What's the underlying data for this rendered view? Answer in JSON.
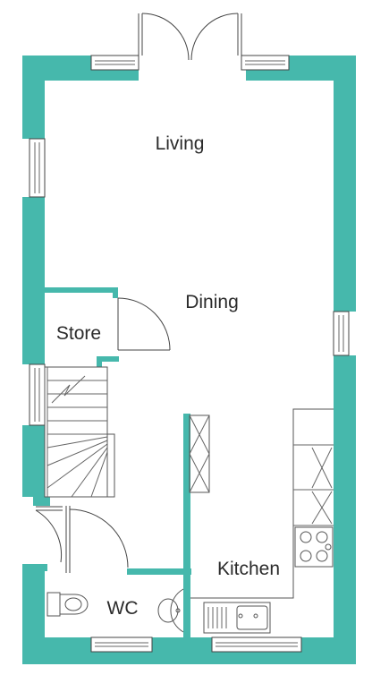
{
  "plan": {
    "wall_color": "#46b8ac",
    "rooms": {
      "living": "Living",
      "dining": "Dining",
      "store": "Store",
      "kitchen": "Kitchen",
      "wc": "WC"
    }
  }
}
